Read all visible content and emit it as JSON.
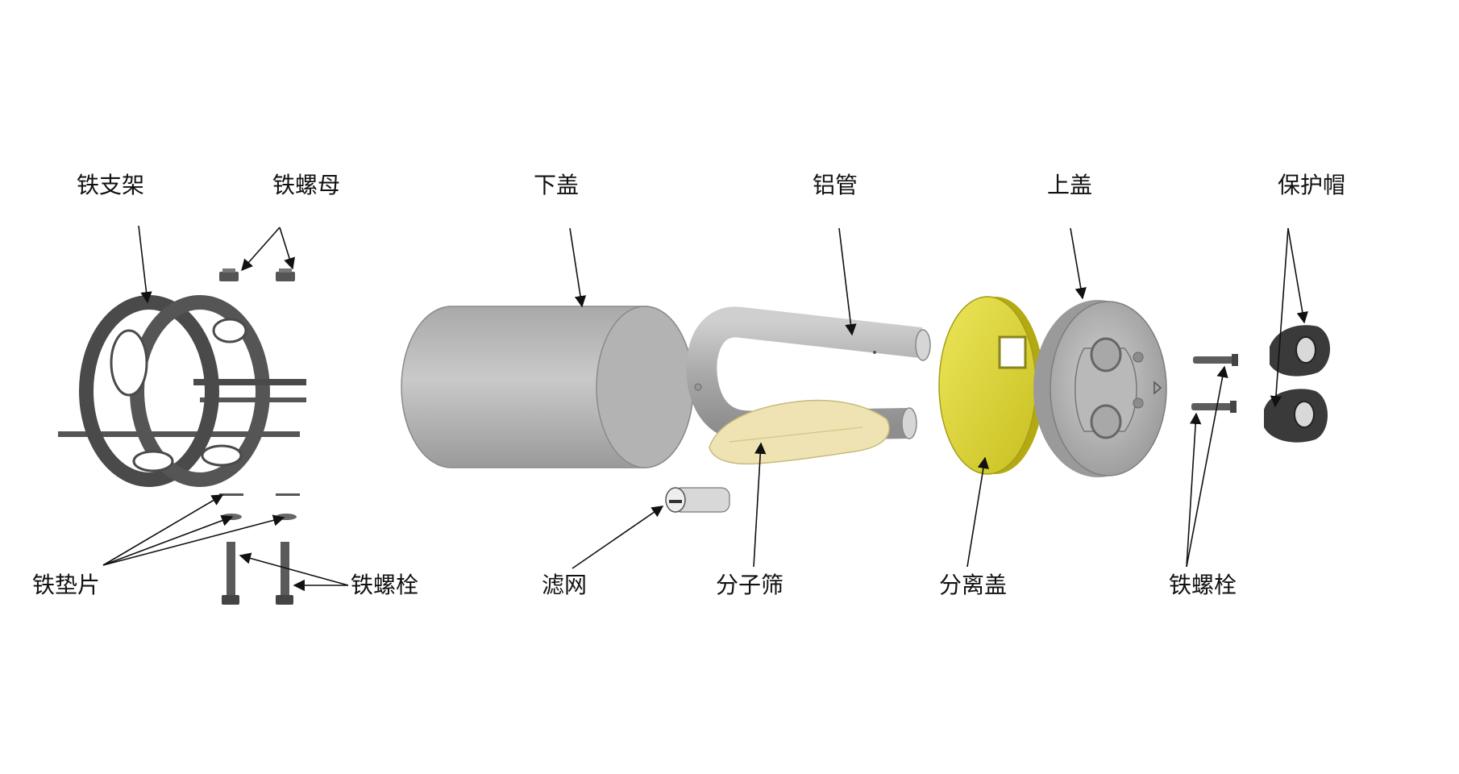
{
  "labels": {
    "iron_bracket": "铁支架",
    "iron_nut": "铁螺母",
    "lower_cover": "下盖",
    "aluminum_tube": "铝管",
    "upper_cover": "上盖",
    "protective_cap": "保护帽",
    "iron_washer": "铁垫片",
    "iron_bolt_left": "铁螺栓",
    "filter_screen": "滤网",
    "molecular_sieve": "分子筛",
    "separation_cover": "分离盖",
    "iron_bolt_right": "铁螺栓"
  },
  "colors": {
    "dark_metal": "#4a4a4a",
    "aluminum": "#b9b9b9",
    "sieve": "#efe3b3",
    "separator": "#d9d22b",
    "cap": "#3a3a3a"
  }
}
